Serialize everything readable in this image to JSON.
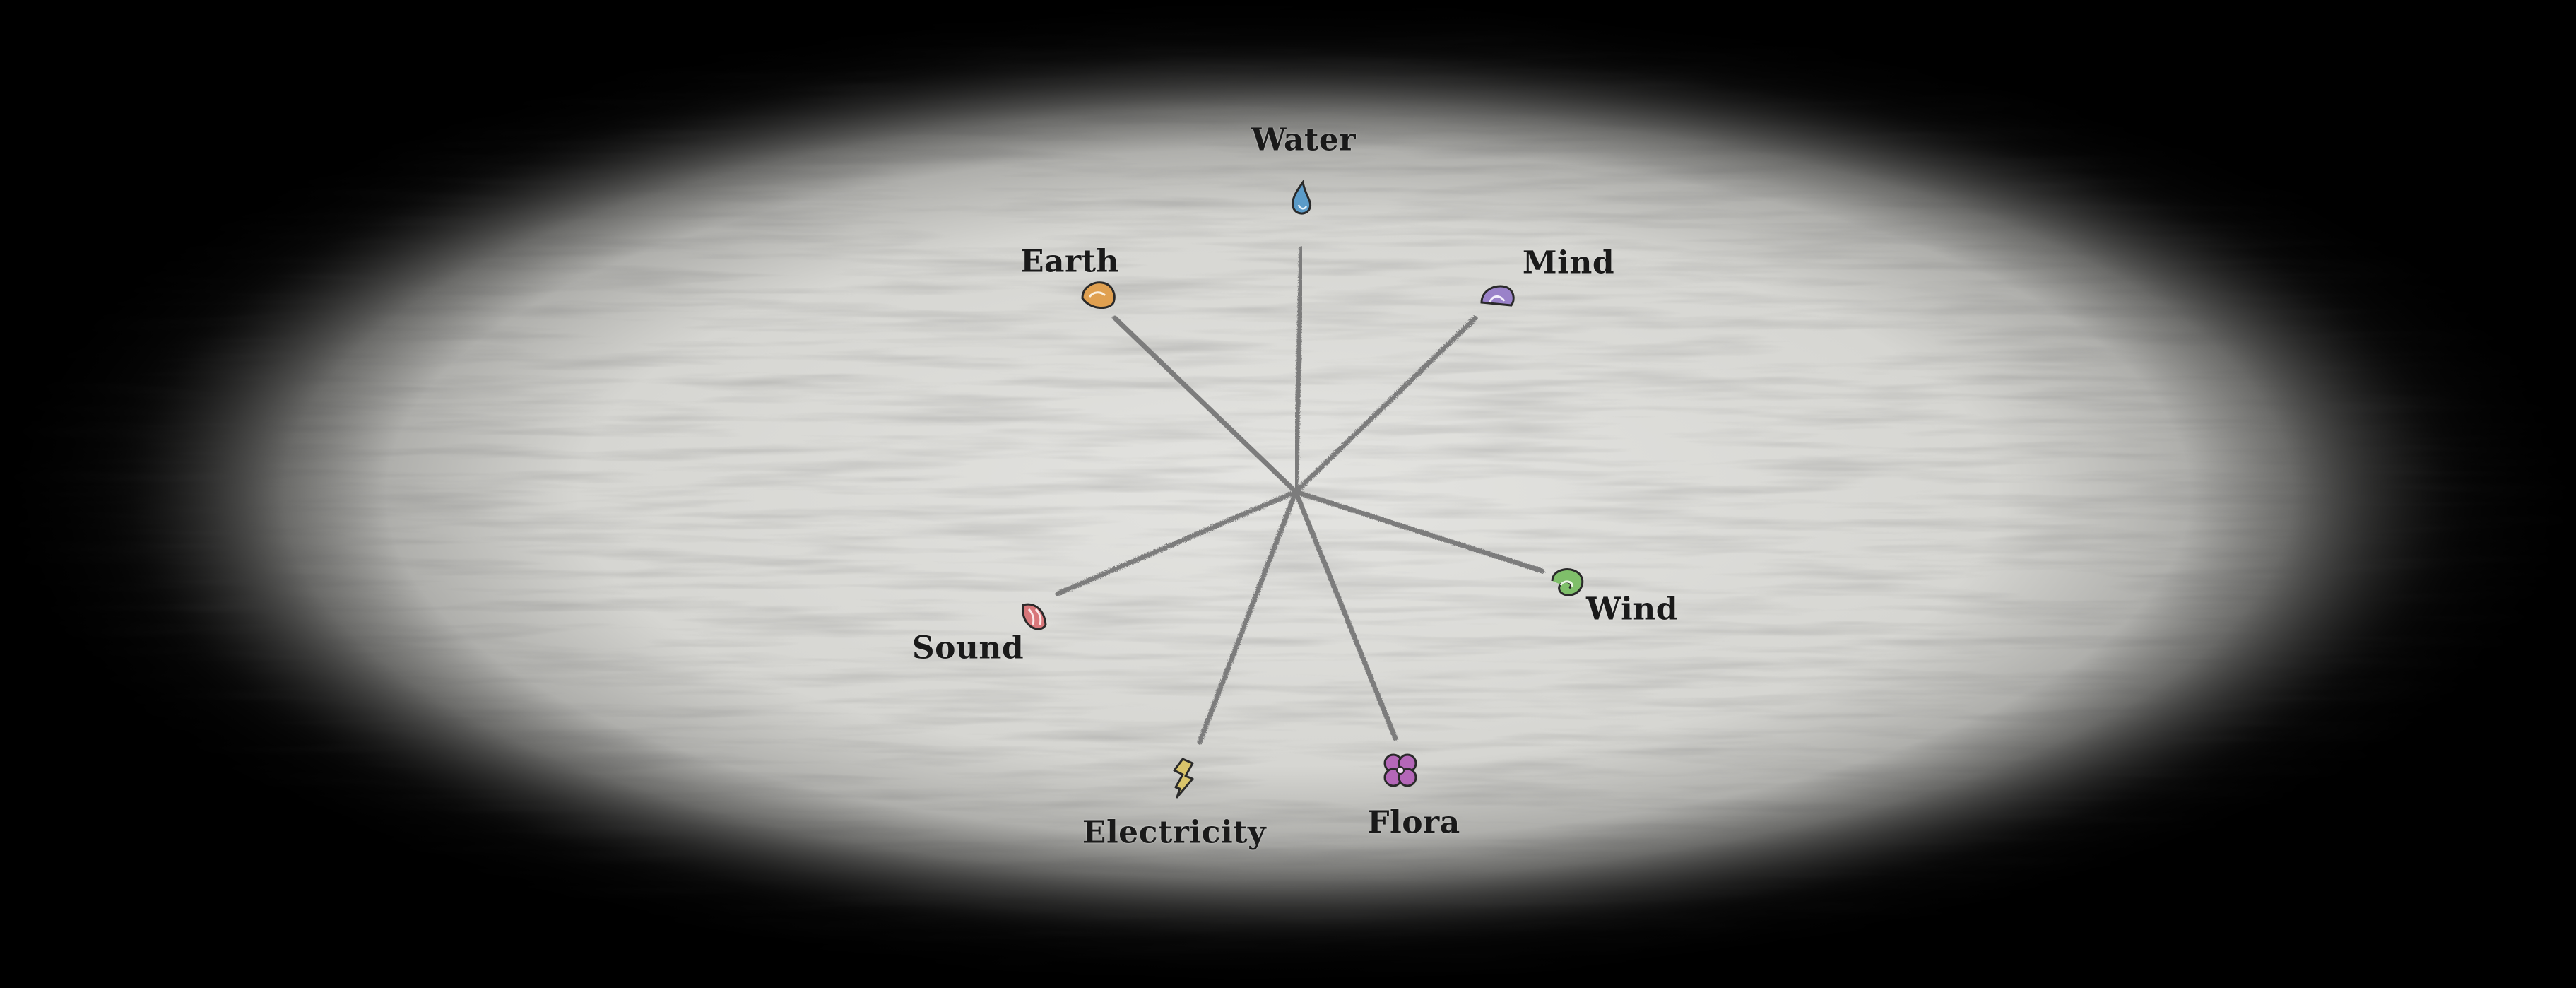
{
  "elements": [
    {
      "key": "water",
      "label": "Water",
      "color": "#5b9bc8",
      "icon": "water-drop-icon"
    },
    {
      "key": "mind",
      "label": "Mind",
      "color": "#9a82c9",
      "icon": "mind-icon"
    },
    {
      "key": "wind",
      "label": "Wind",
      "color": "#7fbf6a",
      "icon": "wind-swirl-icon"
    },
    {
      "key": "flora",
      "label": "Flora",
      "color": "#b467b8",
      "icon": "flower-icon"
    },
    {
      "key": "electricity",
      "label": "Electricity",
      "color": "#d9c46a",
      "icon": "lightning-icon"
    },
    {
      "key": "sound",
      "label": "Sound",
      "color": "#d8777a",
      "icon": "sound-icon"
    },
    {
      "key": "earth",
      "label": "Earth",
      "color": "#e0a050",
      "icon": "earth-icon"
    }
  ],
  "colors": {
    "parchment": "#d9d9d6",
    "line": "#7c7c7c",
    "vignette": "#000000"
  }
}
